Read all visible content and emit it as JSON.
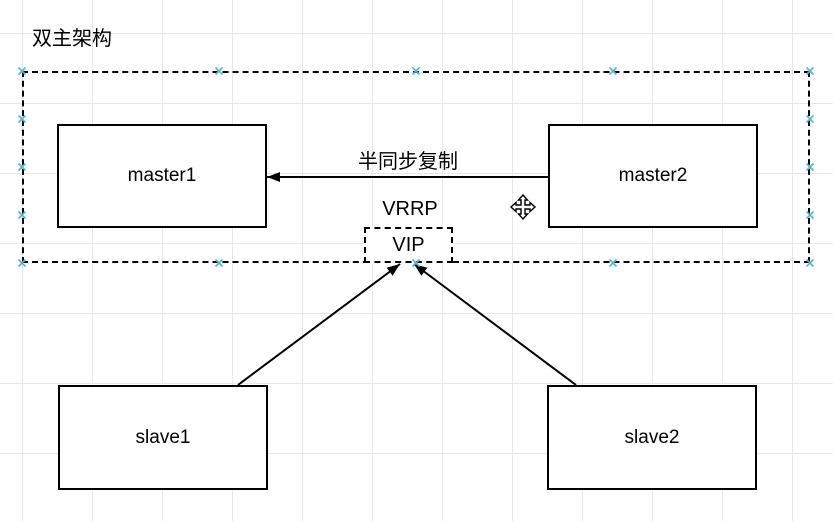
{
  "diagram": {
    "title": "双主架构",
    "nodes": [
      {
        "id": "master1",
        "label": "master1"
      },
      {
        "id": "master2",
        "label": "master2"
      },
      {
        "id": "slave1",
        "label": "slave1"
      },
      {
        "id": "slave2",
        "label": "slave2"
      },
      {
        "id": "vip",
        "label": "VIP"
      }
    ],
    "edges": [
      {
        "from": "master2",
        "to": "master1",
        "label": "半同步复制"
      },
      {
        "from": "slave1",
        "to": "vip",
        "label": ""
      },
      {
        "from": "slave2",
        "to": "vip",
        "label": ""
      }
    ],
    "annotations": [
      {
        "id": "vrrp",
        "text": "VRRP"
      }
    ]
  },
  "colors": {
    "background": "#ffffff",
    "grid_line": "#e8e8e8",
    "shape_stroke": "#000000",
    "shape_fill": "#ffffff",
    "text": "#000000",
    "connection_point": "#4fb9cf"
  },
  "cursor": {
    "icon": "move"
  }
}
